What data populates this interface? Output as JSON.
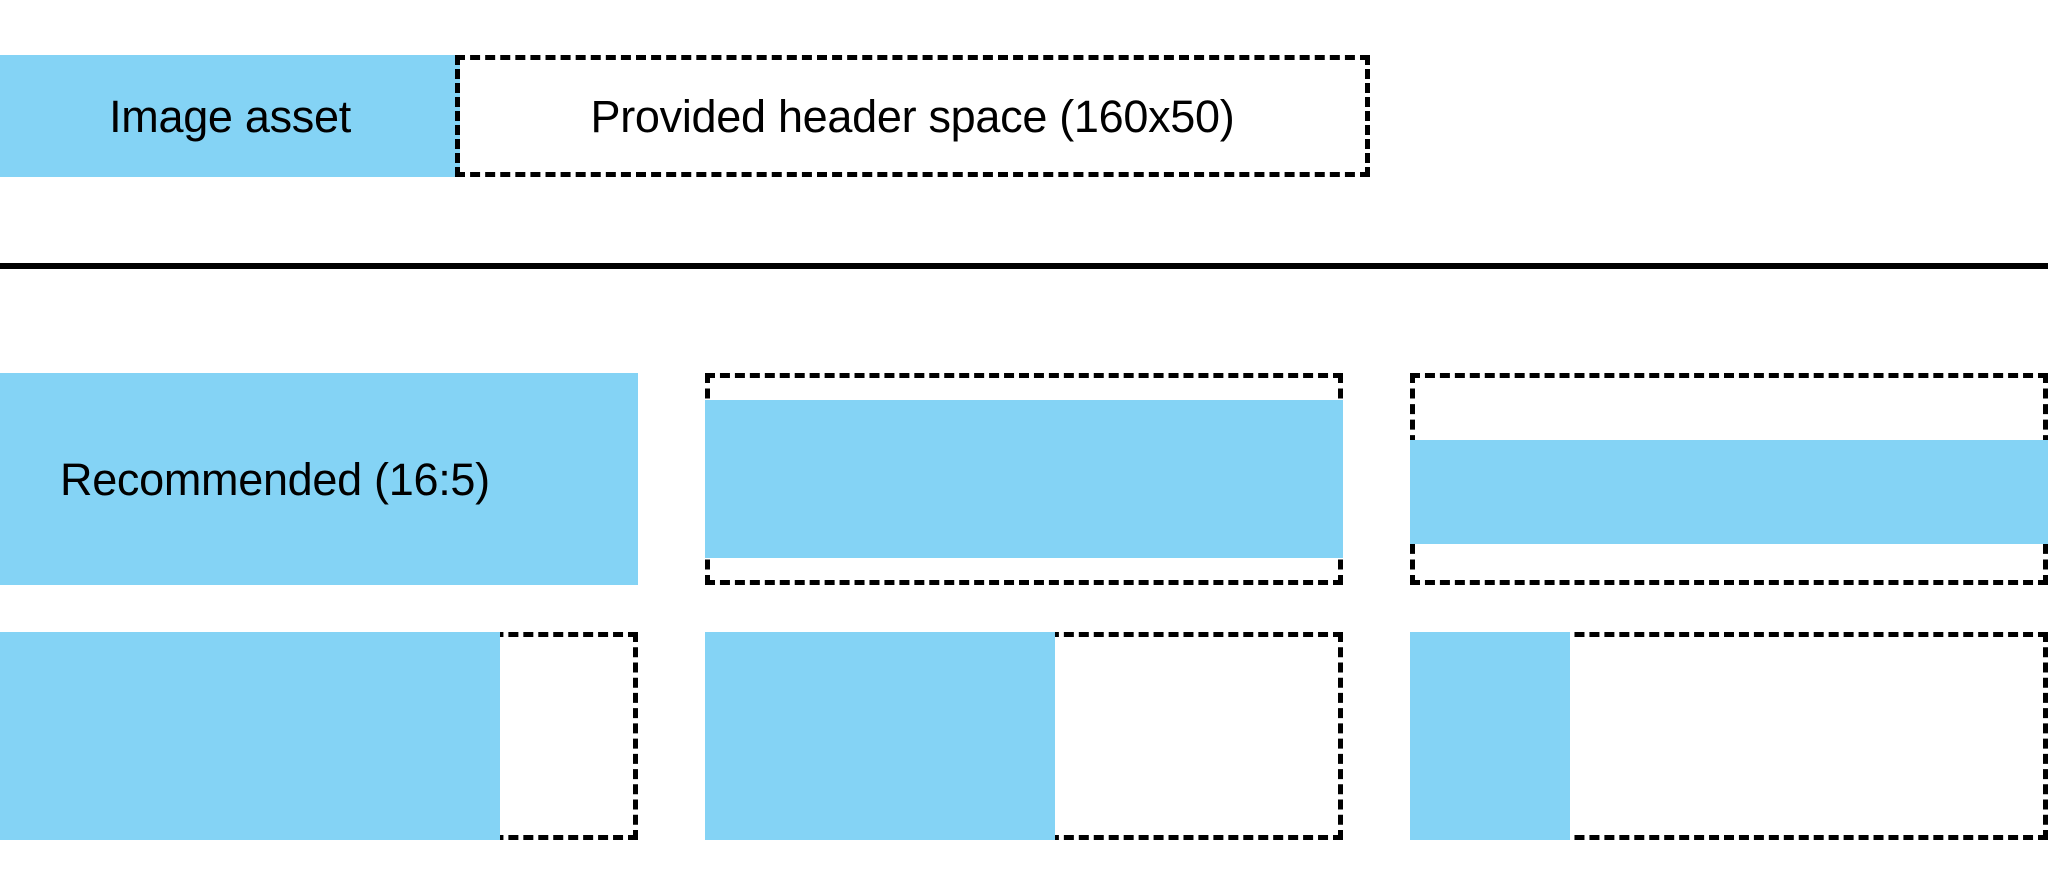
{
  "legend": {
    "swatch_label": "Image asset",
    "spec_label": "Provided header space (160x50)",
    "swatch_color": "#84D3F5",
    "border_color": "#000000"
  },
  "divider": {
    "color": "#000000"
  },
  "grid": {
    "recommended_caption": "Recommended (16:5)",
    "rows": [
      {
        "name": "aspect-ratio-row",
        "cells": [
          {
            "name": "recommended-16-5",
            "caption": "Recommended (16:5)",
            "fill": "full"
          },
          {
            "name": "wide-inset-fill",
            "caption": "",
            "fill": "wide-inset"
          },
          {
            "name": "centered-band-fill",
            "caption": "",
            "fill": "band"
          }
        ]
      },
      {
        "name": "width-coverage-row",
        "cells": [
          {
            "name": "left-fill-80",
            "caption": "",
            "fill": "left-80"
          },
          {
            "name": "left-fill-55",
            "caption": "",
            "fill": "left-55"
          },
          {
            "name": "left-fill-24",
            "caption": "",
            "fill": "left-24"
          }
        ]
      }
    ]
  }
}
